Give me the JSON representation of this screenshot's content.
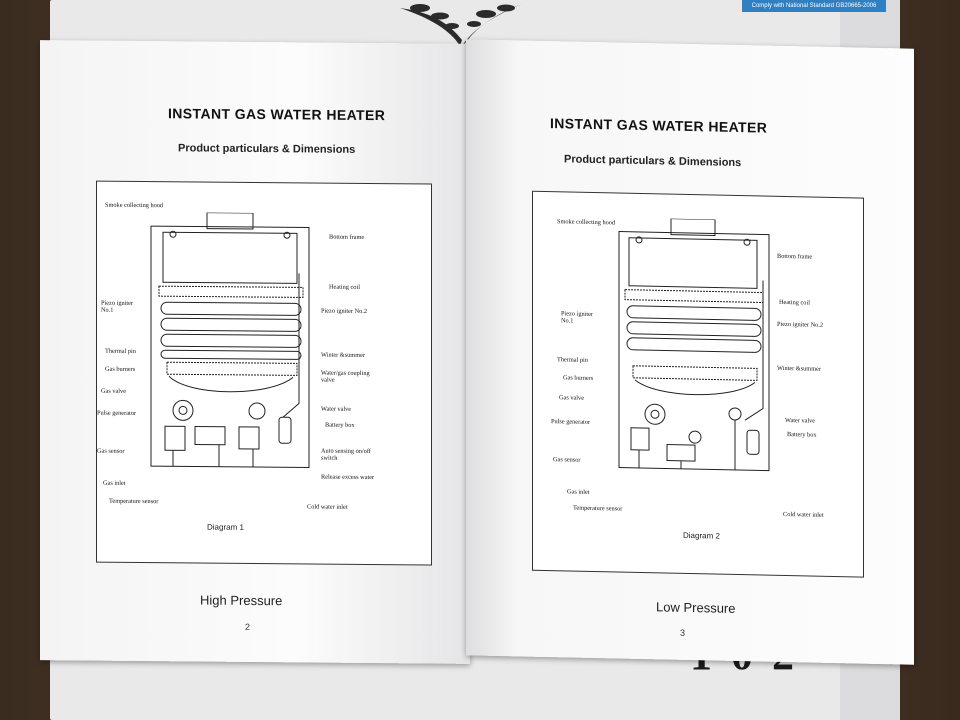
{
  "cover": {
    "standard_badge": "Comply with National Standard GB20665-2006",
    "big_text": "1 0 2"
  },
  "left_page": {
    "title": "INSTANT GAS WATER HEATER",
    "subtitle": "Product particulars & Dimensions",
    "labels": {
      "smoke_hood": "Smoke collecting hood",
      "bottom_frame": "Bottom frame",
      "heating_coil": "Heating coil",
      "piezo1": "Piezo igniter No.1",
      "piezo2": "Piezo igniter No.2",
      "thermal_pin": "Thermal pin",
      "winter_summer": "Winter &summer",
      "gas_burners": "Gas burners",
      "coupling_valve": "Water/gas coupling valve",
      "gas_valve": "Gas valve",
      "water_valve": "Water valve",
      "pulse_generator": "Pulse generator",
      "battery_box": "Battery box",
      "gas_sensor": "Gas sensor",
      "auto_switch": "Auto sensing on/off switch",
      "gas_inlet": "Gas inlet",
      "release_water": "Release excess water",
      "temp_sensor": "Temperature sensor",
      "cold_inlet": "Cold water inlet"
    },
    "diagram_caption": "Diagram 1",
    "pressure_caption": "High Pressure",
    "page_number": "2"
  },
  "right_page": {
    "title": "INSTANT GAS WATER HEATER",
    "subtitle": "Product particulars & Dimensions",
    "labels": {
      "smoke_hood": "Smoke collecting hood",
      "bottom_frame": "Bottom frame",
      "heating_coil": "Heating coil",
      "piezo1": "Piezo igniter No.1",
      "piezo2": "Piezo igniter No.2",
      "thermal_pin": "Thermal pin",
      "winter_summer": "Winter &summer",
      "gas_burners": "Gas burners",
      "gas_valve": "Gas valve",
      "water_valve": "Water valve",
      "pulse_generator": "Pulse generator",
      "battery_box": "Battery box",
      "gas_sensor": "Gas sensor",
      "gas_inlet": "Gas inlet",
      "temp_sensor": "Temperature sensor",
      "cold_inlet": "Cold water inlet"
    },
    "diagram_caption": "Diagram 2",
    "pressure_caption": "Low Pressure",
    "page_number": "3"
  }
}
